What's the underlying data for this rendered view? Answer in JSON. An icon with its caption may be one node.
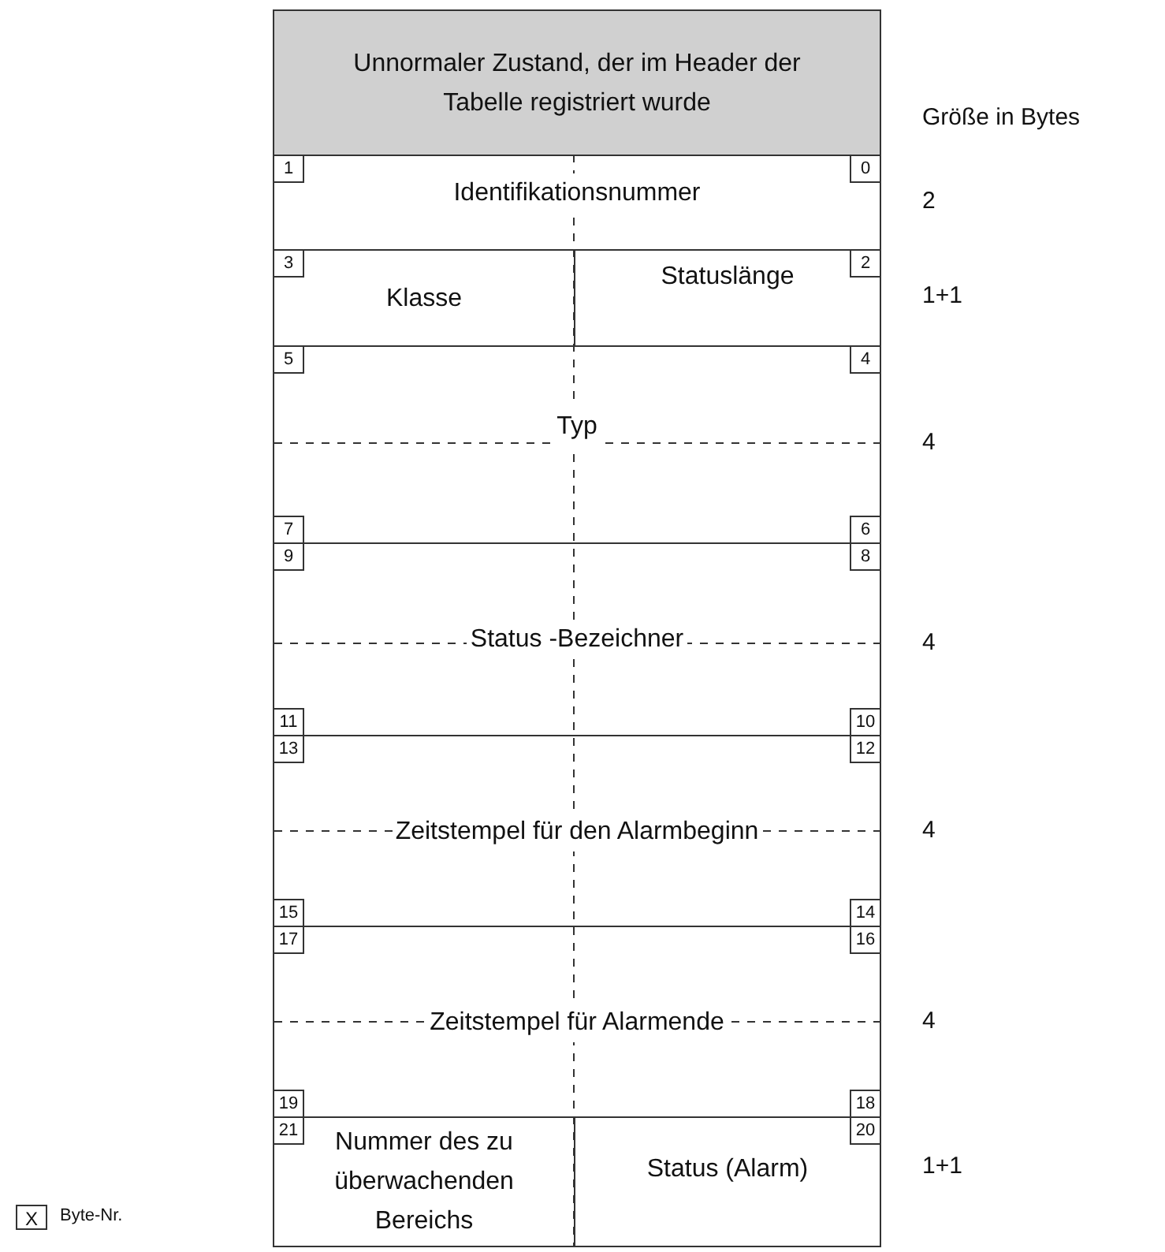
{
  "diagram": {
    "nodes": [
      {
        "text": [
          "Unnormaler Zustand, der im Header der Tabelle registriert wurde"
        ]
      },
      {
        "text": [
          "Identifikationsnummer"
        ]
      },
      {
        "text": [
          "1"
        ],
        "in": 1
      },
      {
        "text": [
          "0"
        ],
        "in": 1
      },
      {
        "text": [
          "Klasse"
        ]
      },
      {
        "text": [
          "3"
        ],
        "in": 4
      },
      {
        "text": [
          "Statuslänge"
        ]
      },
      {
        "text": [
          "2"
        ],
        "in": 6
      },
      {
        "text": [
          "Typ"
        ]
      },
      {
        "text": [
          "5"
        ],
        "in": 8
      },
      {
        "text": [
          "4"
        ],
        "in": 8
      },
      {
        "text": [
          "7"
        ],
        "in": 8
      },
      {
        "text": [
          "6"
        ],
        "in": 8
      },
      {
        "text": [
          "Status -Bezeichner"
        ]
      },
      {
        "text": [
          "9"
        ],
        "in": 13
      },
      {
        "text": [
          "8"
        ],
        "in": 13
      },
      {
        "text": [
          "11"
        ],
        "in": 13
      },
      {
        "text": [
          "10"
        ],
        "in": 13
      },
      {
        "text": [
          "Zeitstempel für den Alarmbeginn"
        ]
      },
      {
        "text": [
          "13"
        ],
        "in": 18
      },
      {
        "text": [
          "12"
        ],
        "in": 18
      },
      {
        "text": [
          "15"
        ],
        "in": 18
      },
      {
        "text": [
          "14"
        ],
        "in": 18
      },
      {
        "text": [
          "Zeitstempel für Alarmende"
        ]
      },
      {
        "text": [
          "17"
        ],
        "in": 23
      },
      {
        "text": [
          "16"
        ],
        "in": 23
      },
      {
        "text": [
          "19"
        ],
        "in": 23
      },
      {
        "text": [
          "18"
        ],
        "in": 23
      },
      {
        "text": [
          "Nummer des zu überwachenden Bereichs"
        ]
      },
      {
        "text": [
          "21"
        ],
        "in": 28
      },
      {
        "text": [
          "Status (Alarm)"
        ]
      },
      {
        "text": [
          "20"
        ],
        "in": 30
      }
    ],
    "labels": [
      "Größe in Bytes",
      "2",
      "1+1",
      "4",
      "4",
      "4",
      "4",
      "1+1",
      "X"
    ],
    "legend": [
      {
        "text": "Byte-Nr."
      }
    ]
  }
}
